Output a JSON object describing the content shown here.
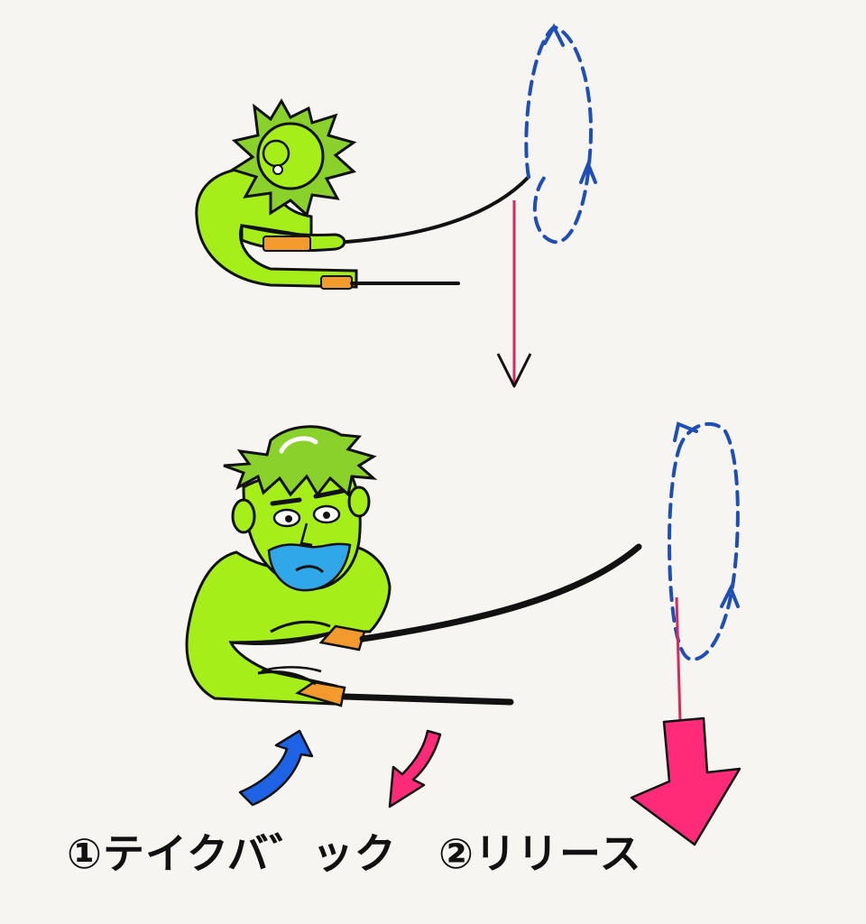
{
  "captions": {
    "step1": "①テイクバ゛ック",
    "step2": "②リリース"
  },
  "colors": {
    "paper": "#f6f5f1",
    "skin": "#a5ee1a",
    "hair": "#8bd12c",
    "outline": "#111111",
    "beard": "#2fa7e8",
    "hands": "#f29a2e",
    "dash": "#1f4fb5",
    "drop_line": "#d8285e",
    "big_arrow": "#ff2a78",
    "up_arrow": "#1e62e6",
    "down_arrow": "#ff2a78"
  },
  "icons": [
    "rowing-figure-top",
    "rowing-figure-bottom",
    "circular-dashed-path",
    "down-arrow",
    "up-arrow"
  ]
}
